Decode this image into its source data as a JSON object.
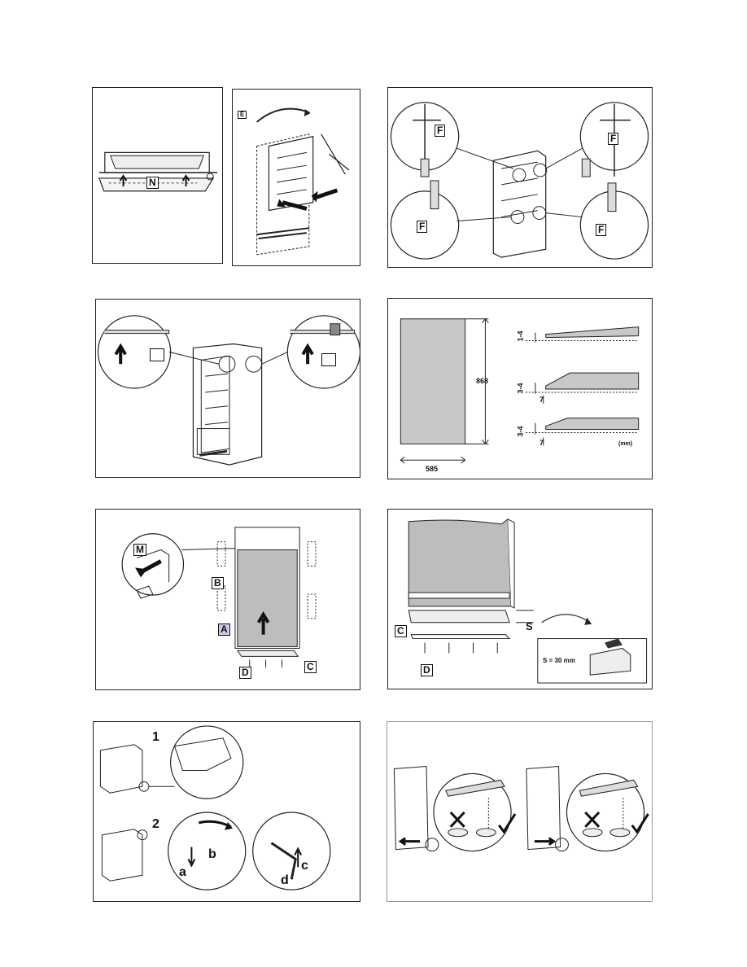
{
  "panel1": {
    "label_n": "N"
  },
  "panel2": {
    "label_e": "E"
  },
  "panel3": {
    "label_f": "F"
  },
  "panel4": {
    "label_box": ""
  },
  "panel5": {
    "height": "868",
    "width": "585",
    "gap1": "1-4",
    "gap2": "3-4",
    "gap3": "3-4",
    "offset2": "7",
    "offset3": "7",
    "unit": "(mm)"
  },
  "panel6": {
    "label_m": "M",
    "label_b": "B",
    "label_a": "A",
    "label_c": "C",
    "label_d": "D"
  },
  "panel7": {
    "label_c": "C",
    "label_s": "S",
    "label_d": "D",
    "spacing": "S = 30 mm"
  },
  "panel8": {
    "step1": "1",
    "step2": "2",
    "a": "a",
    "b": "b",
    "c": "c",
    "d": "d"
  },
  "panel9": {}
}
